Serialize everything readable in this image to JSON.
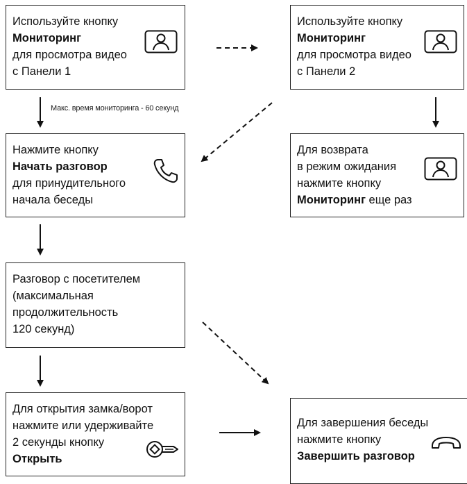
{
  "boxes": {
    "monitor1": {
      "lines": [
        "Используйте кнопку",
        "Мониторинг",
        "для просмотра видео",
        "с Панели 1"
      ],
      "icon": "monitor-icon"
    },
    "monitor2": {
      "lines": [
        "Используйте кнопку",
        "Мониторинг",
        "для просмотра видео",
        "с Панели 2"
      ],
      "icon": "monitor-icon"
    },
    "start_talk": {
      "lines": [
        "Нажмите кнопку",
        "Начать разговор",
        "для принудительного",
        "начала беседы"
      ],
      "icon": "phone-handset-icon"
    },
    "return_standby": {
      "lines": [
        "Для возврата",
        "в режим ожидания",
        "нажмите кнопку"
      ],
      "last_bold": "Мониторинг",
      "last_rest": " еще раз",
      "icon": "monitor-icon"
    },
    "talk": {
      "lines": [
        "Разговор с посетителем",
        "(максимальная",
        "продолжительность",
        "120 секунд)"
      ]
    },
    "open_lock": {
      "lines": [
        "Для открытия замка/ворот",
        "нажмите или удерживайте",
        "2 секунды кнопку",
        "Открыть"
      ],
      "icon": "key-icon"
    },
    "end_talk": {
      "lines": [
        "Для завершения беседы",
        "нажмите кнопку",
        "Завершить разговор"
      ],
      "icon": "hang-up-icon"
    }
  },
  "note": "Макс. время мониторинга - 60 секунд"
}
